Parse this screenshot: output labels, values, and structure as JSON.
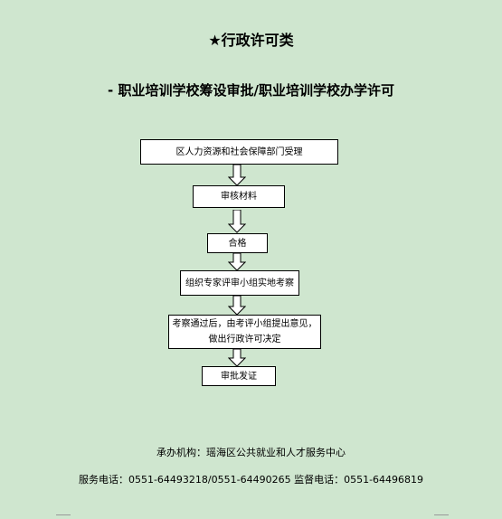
{
  "heading": "★行政许可类",
  "subheading": "- 职业培训学校筹设审批/职业培训学校办学许可",
  "flow": {
    "step1": "区人力资源和社会保障部门受理",
    "step2": "审核材料",
    "step3": "合格",
    "step4": "组织专家评审小组实地考察",
    "step5_line1": "考察通过后，由考评小组提出意见，",
    "step5_line2": "做出行政许可决定",
    "step6": "审批发证"
  },
  "footer": {
    "agency": "承办机构：瑶海区公共就业和人才服务中心",
    "phones": "服务电话：0551-64493218/0551-64490265 监督电话：0551-64496819"
  }
}
